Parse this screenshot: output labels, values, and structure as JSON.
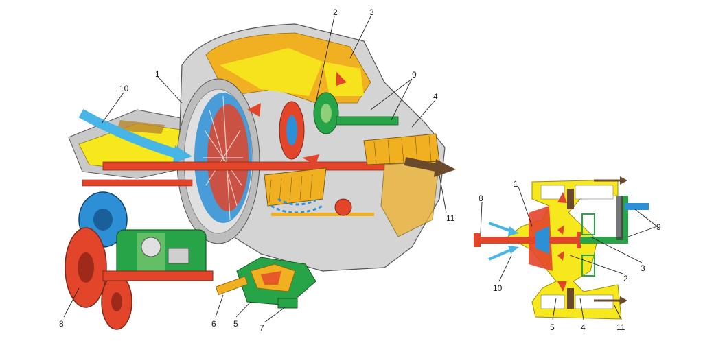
{
  "left_figure": {
    "callouts": [
      "1",
      "2",
      "3",
      "9",
      "4",
      "10",
      "11",
      "8",
      "6",
      "5",
      "7"
    ]
  },
  "right_figure": {
    "callouts": [
      "8",
      "1",
      "9",
      "3",
      "2",
      "10",
      "5",
      "4",
      "11"
    ]
  },
  "colors": {
    "yellow": "#f7e81e",
    "orange": "#f1b021",
    "red": "#e2452a",
    "blue": "#2d8fd6",
    "light_blue": "#47b6e6",
    "green": "#26a447",
    "grey": "#c9c9c9",
    "brown": "#6b4a2b"
  }
}
